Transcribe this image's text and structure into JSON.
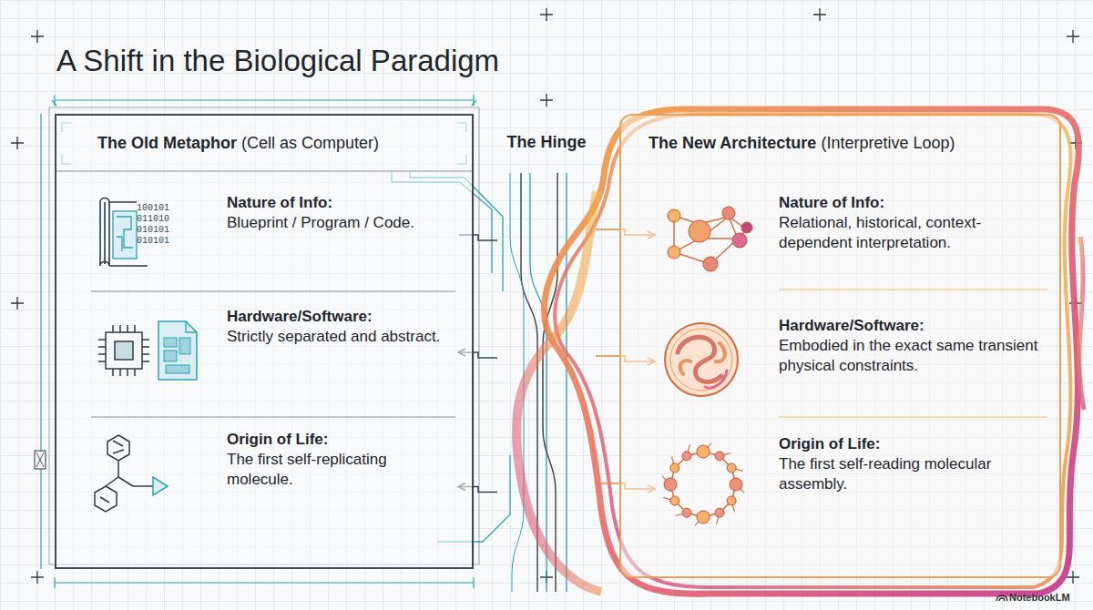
{
  "diagram": {
    "title": "A Shift in the Biological Paradigm",
    "nodes": [
      {
        "text": [
          "The Old Metaphor",
          "(Cell as Computer)"
        ]
      },
      {
        "text": [
          "Nature of Info:",
          "Blueprint / Program / Code."
        ],
        "in": 0
      },
      {
        "text": [
          "Hardware/Software:",
          "Strictly separated and abstract."
        ],
        "in": 0
      },
      {
        "text": [
          "Origin of Life:",
          "The first self-replicating molecule."
        ],
        "in": 0
      },
      {
        "text": [
          "The Hinge"
        ]
      },
      {
        "text": [
          "The New Architecture",
          "(Interpretive Loop)"
        ]
      },
      {
        "text": [
          "Nature of Info:",
          "Relational, historical, context-dependent interpretation."
        ],
        "in": 5
      },
      {
        "text": [
          "Hardware/Software:",
          "Embodied in the exact same transient physical constraints."
        ],
        "in": 5
      },
      {
        "text": [
          "Origin of Life:",
          "The first self-reading molecular assembly."
        ],
        "in": 5
      }
    ],
    "edges": [
      {
        "from": 4,
        "to": 1,
        "arrow": "none"
      },
      {
        "from": 4,
        "to": 2,
        "arrow": "to"
      },
      {
        "from": 4,
        "to": 3,
        "arrow": "to"
      },
      {
        "from": 4,
        "to": 6,
        "arrow": "to"
      },
      {
        "from": 4,
        "to": 7,
        "arrow": "to"
      },
      {
        "from": 4,
        "to": 8,
        "arrow": "to"
      }
    ],
    "labels": [
      "100101",
      "011010",
      "010101",
      "010101",
      "NotebookLM"
    ]
  }
}
